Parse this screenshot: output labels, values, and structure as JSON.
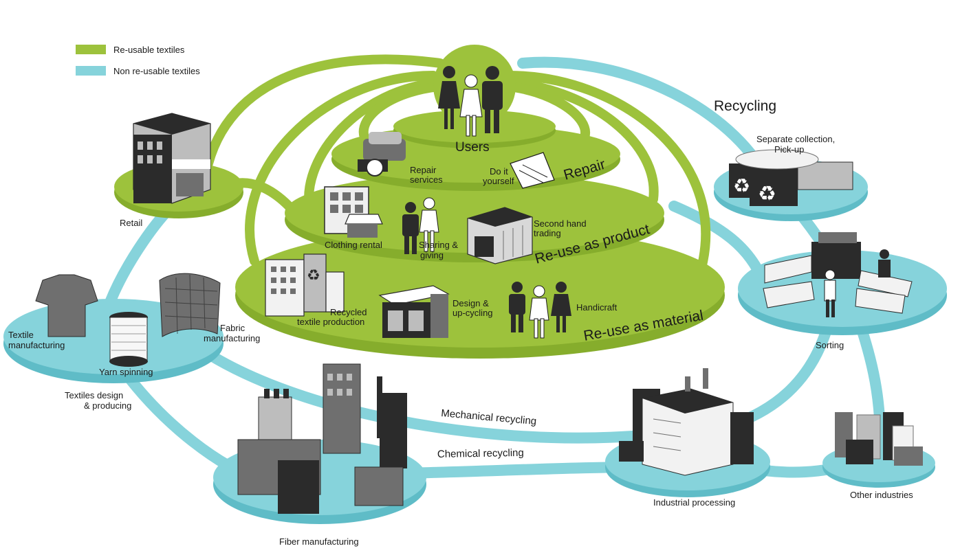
{
  "colors": {
    "reusable": "#9dc23c",
    "reusable_dark": "#86ad2c",
    "nonreusable": "#86d3db",
    "nonreusable_dark": "#5fbcc7",
    "building_dark": "#2b2b2b",
    "building_mid": "#6f6f6f",
    "building_light": "#bdbdbd"
  },
  "legend": {
    "reusable": "Re-usable textiles",
    "nonreusable": "Non re-usable textiles"
  },
  "labels": {
    "users": "Users",
    "repair": "Repair",
    "repair_services": [
      "Repair",
      "services"
    ],
    "do_it_yourself": [
      "Do it",
      "yourself"
    ],
    "reuse_product": "Re-use as product",
    "clothing_rental": "Clothing rental",
    "sharing_giving": [
      "Sharing &",
      "giving"
    ],
    "second_hand": [
      "Second hand",
      "trading"
    ],
    "reuse_material": "Re-use as material",
    "recycled_textile": [
      "Recycled",
      "textile production"
    ],
    "design_upcycling": [
      "Design &",
      "up-cycling"
    ],
    "handicraft": "Handicraft",
    "retail": "Retail",
    "recycling": "Recycling",
    "separate_collection": [
      "Separate collection,",
      "Pick-up"
    ],
    "sorting": "Sorting",
    "textile_manufacturing": [
      "Textile",
      "manufacturing"
    ],
    "fabric_manufacturing": [
      "Fabric",
      "manufacturing"
    ],
    "yarn_spinning": "Yarn spinning",
    "textiles_design": [
      "Textiles design",
      "& producing"
    ],
    "mechanical_recycling": "Mechanical recycling",
    "chemical_recycling": "Chemical recycling",
    "industrial_processing": "Industrial processing",
    "other_industries": "Other industries",
    "fiber_manufacturing": "Fiber manufacturing"
  }
}
